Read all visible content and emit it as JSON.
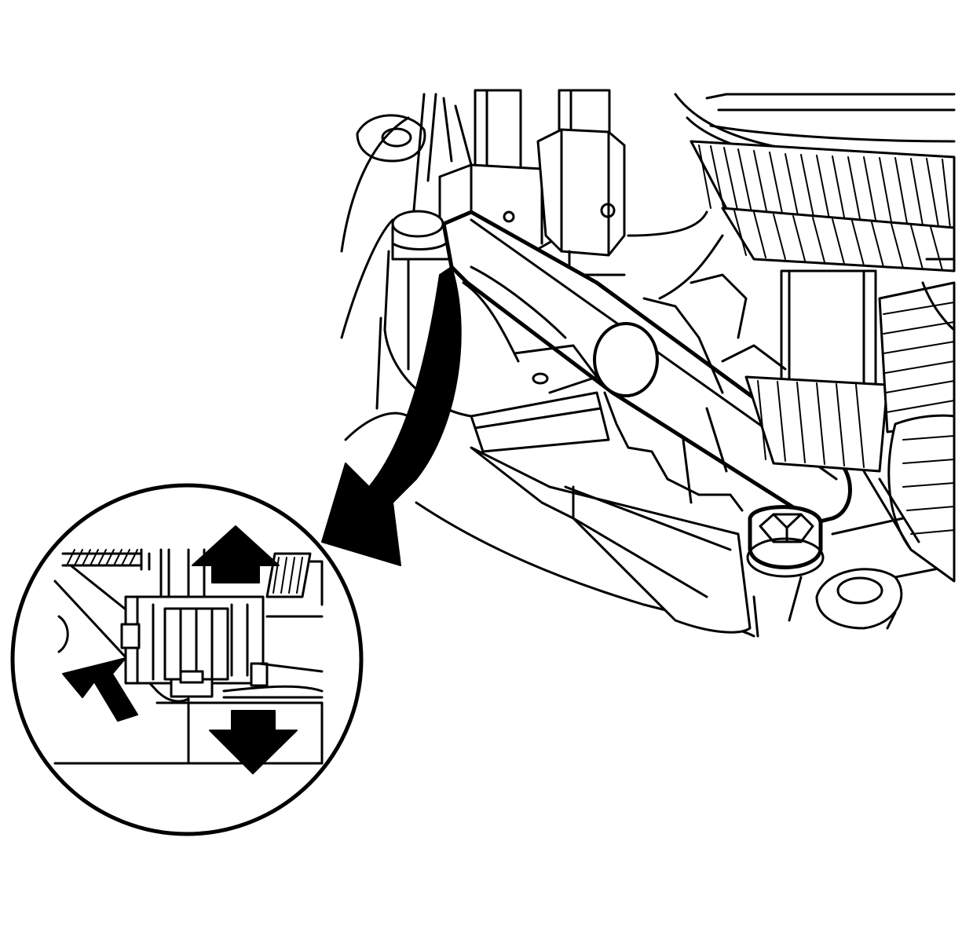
{
  "figure": {
    "kind": "technical line illustration",
    "colors": {
      "ink": "#000000",
      "paper": "#ffffff"
    },
    "callout_arrow": {
      "icon": "curved-arrow-icon",
      "direction": "down-left"
    },
    "detail_view": {
      "icon": "magnified-detail-circle",
      "arrows": [
        {
          "icon": "arrow-up-icon",
          "direction": "up"
        },
        {
          "icon": "arrow-down-icon",
          "direction": "down"
        },
        {
          "icon": "arrow-diagonal-icon",
          "direction": "up-left"
        }
      ]
    }
  }
}
